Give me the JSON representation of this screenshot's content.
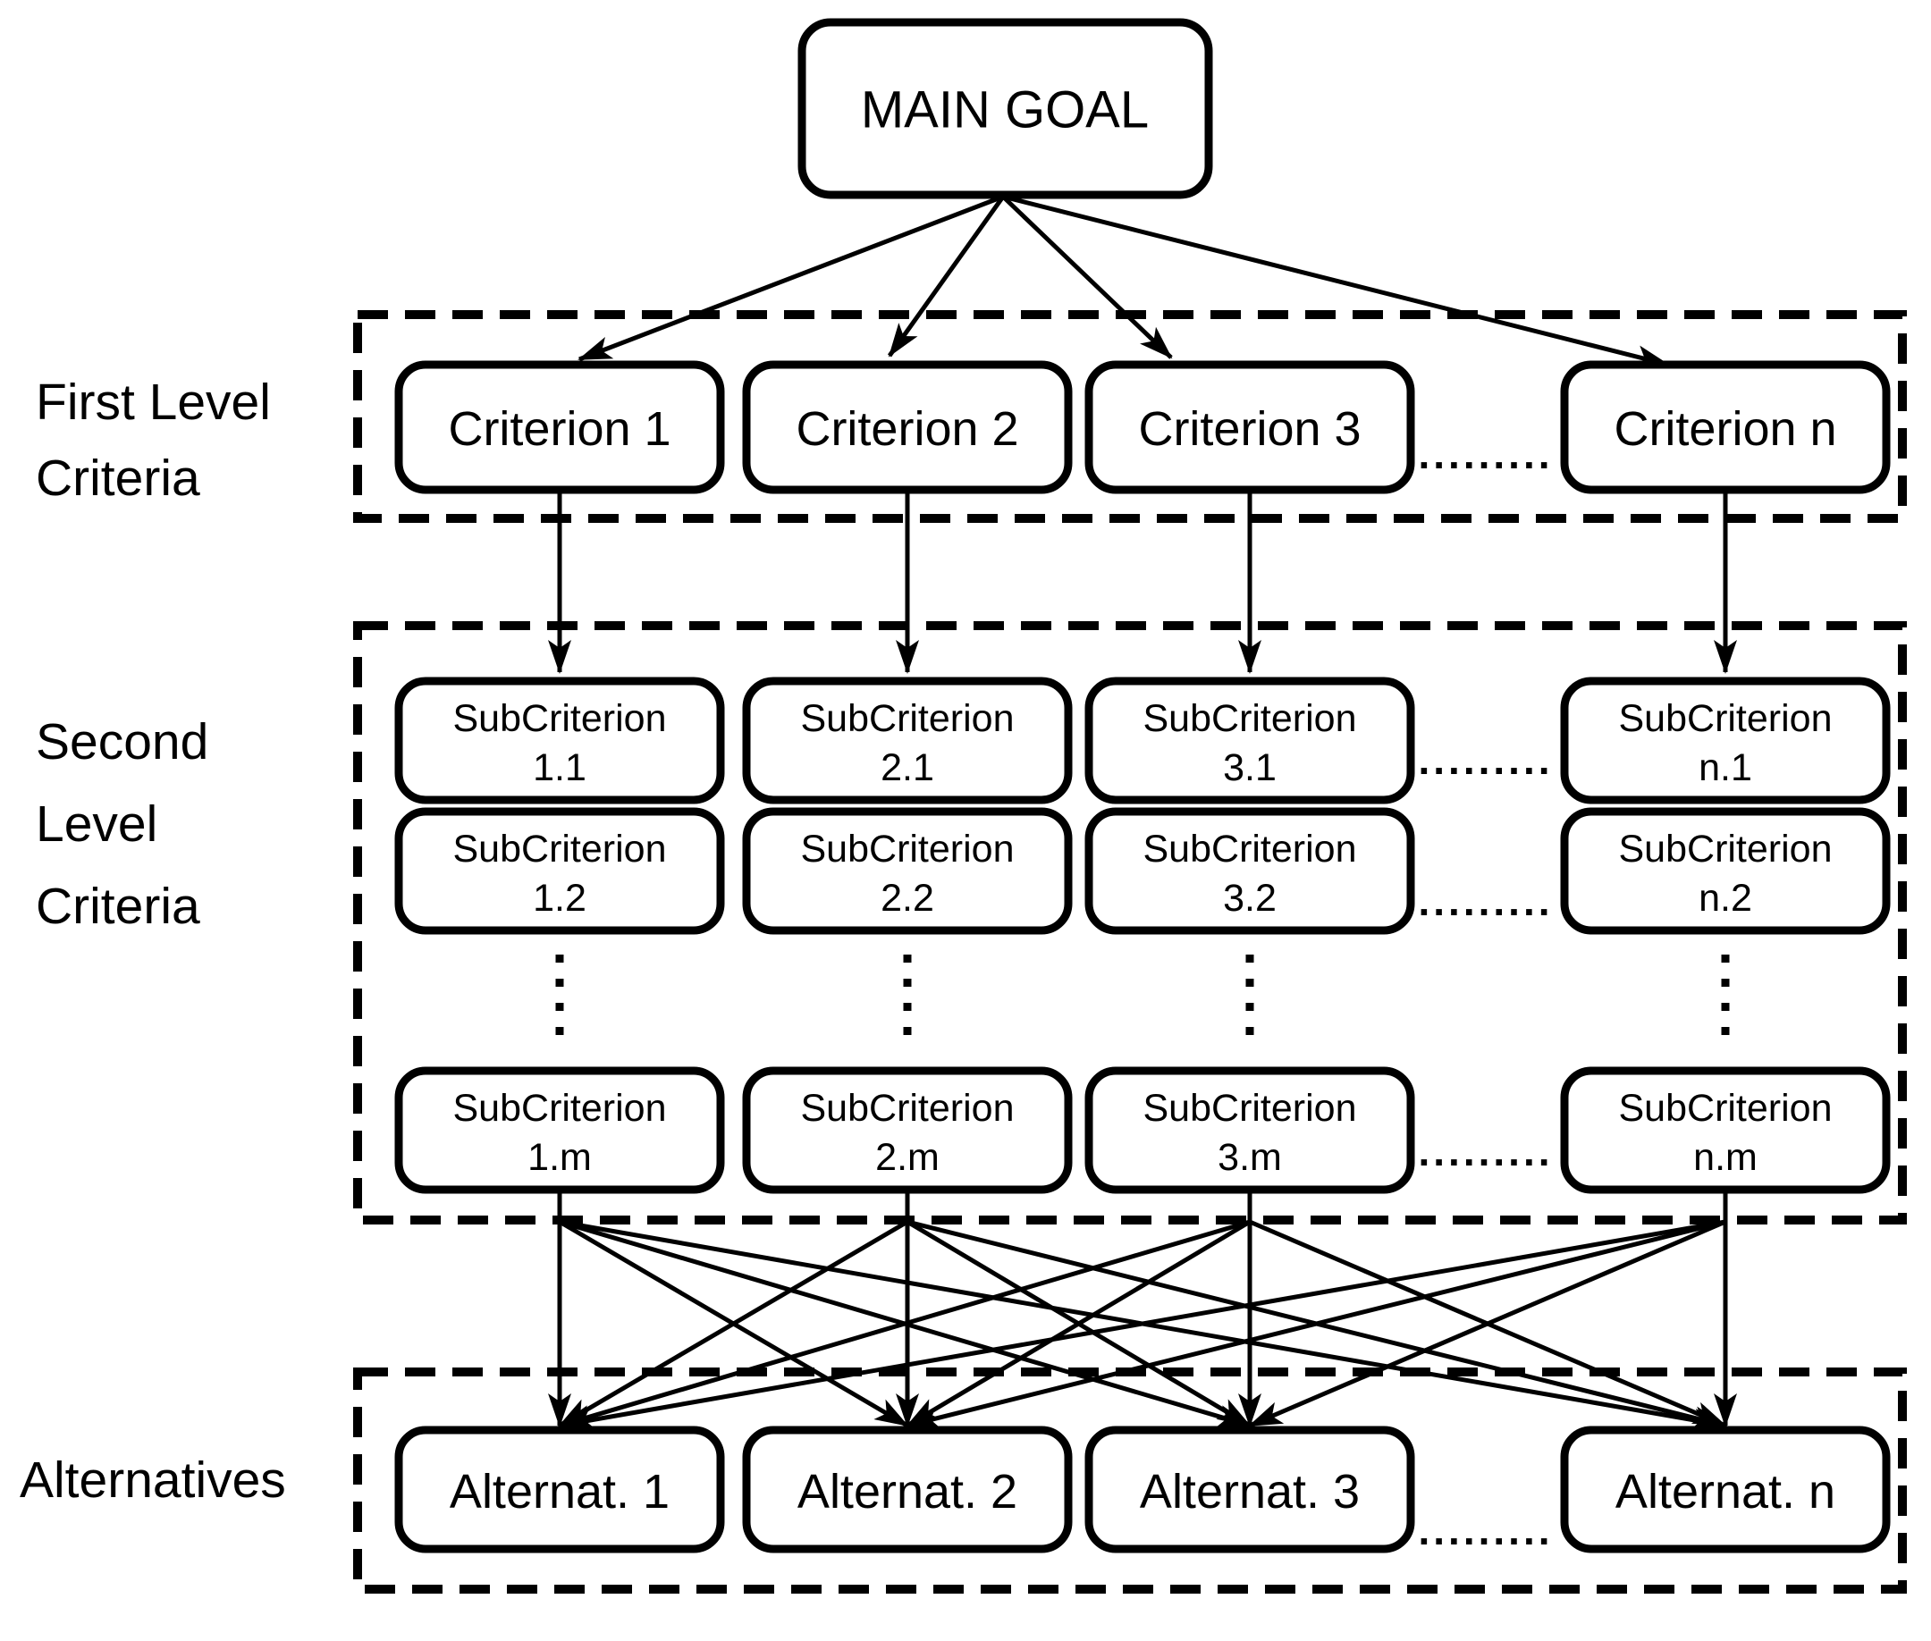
{
  "diagram": {
    "main_goal": "MAIN GOAL",
    "side_labels": {
      "first": [
        "First Level",
        "Criteria"
      ],
      "second": [
        "Second",
        "Level",
        "Criteria"
      ],
      "alternatives": "Alternatives"
    },
    "criteria": [
      "Criterion 1",
      "Criterion 2",
      "Criterion 3",
      "Criterion n"
    ],
    "subcriterion_word": "SubCriterion",
    "subcriteria_rows": [
      [
        "1.1",
        "2.1",
        "3.1",
        "n.1"
      ],
      [
        "1.2",
        "2.2",
        "3.2",
        "n.2"
      ],
      [
        "1.m",
        "2.m",
        "3.m",
        "n.m"
      ]
    ],
    "alternatives": [
      "Alternat. 1",
      "Alternat. 2",
      "Alternat. 3",
      "Alternat. n"
    ],
    "dots": ".........",
    "colors": {
      "ink": "#000000",
      "background": "#ffffff"
    }
  }
}
